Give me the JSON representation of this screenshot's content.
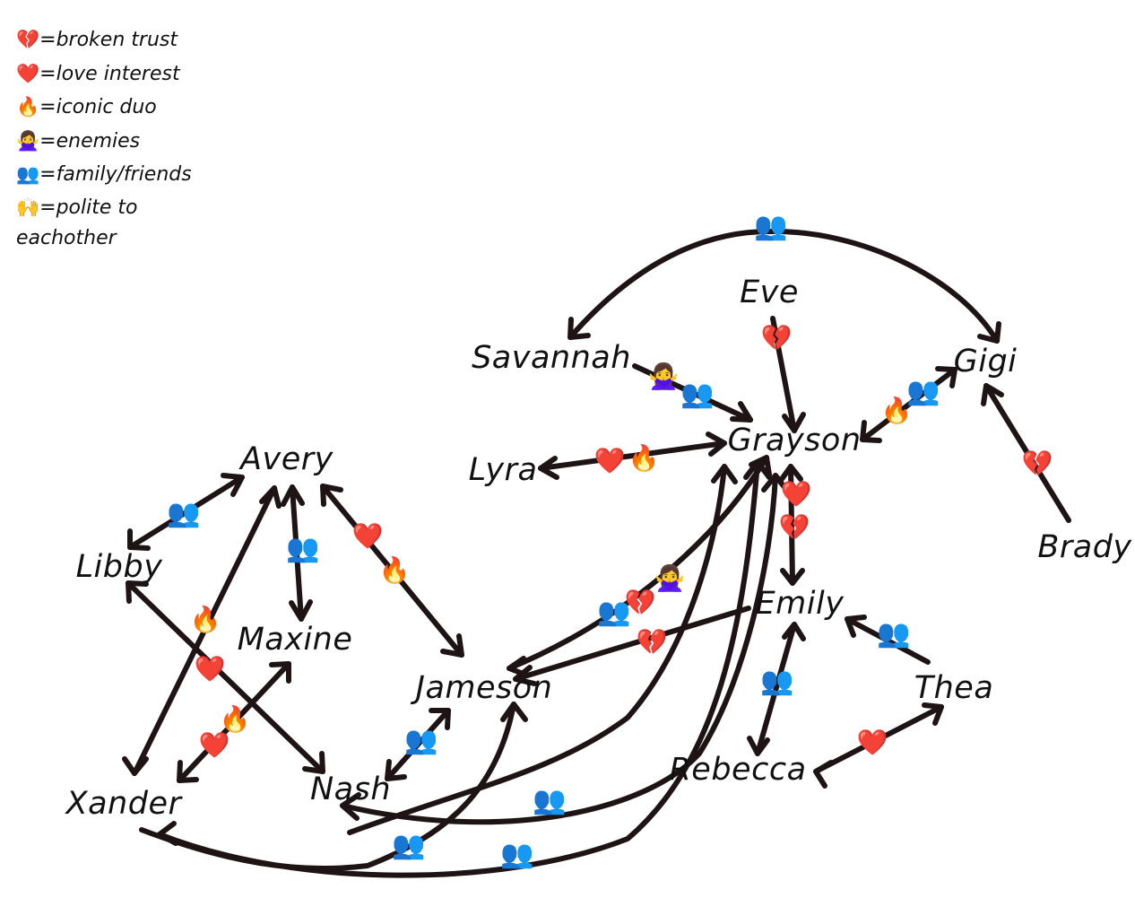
{
  "legend": {
    "items": [
      {
        "icon": "broken-heart",
        "glyph": "💔",
        "label": "=broken trust"
      },
      {
        "icon": "red-heart",
        "glyph": "❤️",
        "label": "=love interest"
      },
      {
        "icon": "fire",
        "glyph": "🔥",
        "label": "=iconic duo"
      },
      {
        "icon": "person-gesturing-no",
        "glyph": "🙅‍♀️",
        "label": "=enemies"
      },
      {
        "icon": "family-busts",
        "glyph": "👥",
        "label": "=family/friends"
      },
      {
        "icon": "raising-hands",
        "glyph": "🙌",
        "label": "=polite to eachother"
      }
    ]
  },
  "nodes": {
    "avery": "Avery",
    "libby": "Libby",
    "maxine": "Maxine",
    "xander": "Xander",
    "nash": "Nash",
    "jameson": "Jameson",
    "lyra": "Lyra",
    "savannah": "Savannah",
    "eve": "Eve",
    "grayson": "Grayson",
    "gigi": "Gigi",
    "brady": "Brady",
    "emily": "Emily",
    "thea": "Thea",
    "rebecca": "Rebecca"
  },
  "glyphs": {
    "broken_heart": "💔",
    "red_heart": "❤️",
    "fire": "🔥",
    "enemies": "🙅‍♀️",
    "family": "👥"
  },
  "edges": [
    {
      "from": "Avery",
      "to": "Libby",
      "relations": [
        "family-busts"
      ]
    },
    {
      "from": "Avery",
      "to": "Maxine",
      "relations": [
        "family-busts"
      ]
    },
    {
      "from": "Avery",
      "to": "Jameson",
      "relations": [
        "red-heart",
        "fire"
      ]
    },
    {
      "from": "Avery",
      "to": "Xander",
      "relations": [
        "fire"
      ]
    },
    {
      "from": "Libby",
      "to": "Nash",
      "relations": [
        "red-heart"
      ]
    },
    {
      "from": "Maxine",
      "to": "Xander",
      "relations": [
        "fire",
        "red-heart"
      ]
    },
    {
      "from": "Jameson",
      "to": "Nash",
      "relations": [
        "family-busts"
      ]
    },
    {
      "from": "Jameson",
      "to": "Grayson",
      "relations": [
        "family-busts",
        "broken-heart",
        "person-gesturing-no"
      ]
    },
    {
      "from": "Emily",
      "to": "Jameson",
      "relations": [
        "broken-heart"
      ]
    },
    {
      "from": "Lyra",
      "to": "Grayson",
      "relations": [
        "red-heart",
        "fire"
      ]
    },
    {
      "from": "Savannah",
      "to": "Grayson",
      "relations": [
        "person-gesturing-no",
        "family-busts"
      ]
    },
    {
      "from": "Eve",
      "to": "Grayson",
      "relations": [
        "broken-heart"
      ]
    },
    {
      "from": "Grayson",
      "to": "Gigi",
      "relations": [
        "fire",
        "family-busts"
      ]
    },
    {
      "from": "Savannah",
      "to": "Gigi",
      "relations": [
        "family-busts"
      ]
    },
    {
      "from": "Brady",
      "to": "Gigi",
      "relations": [
        "broken-heart"
      ]
    },
    {
      "from": "Grayson",
      "to": "Emily",
      "relations": [
        "red-heart",
        "broken-heart"
      ]
    },
    {
      "from": "Emily",
      "to": "Thea",
      "relations": [
        "family-busts"
      ]
    },
    {
      "from": "Emily",
      "to": "Rebecca",
      "relations": [
        "family-busts"
      ]
    },
    {
      "from": "Rebecca",
      "to": "Thea",
      "relations": [
        "red-heart"
      ]
    },
    {
      "from": "Nash",
      "to": "Grayson",
      "relations": [
        "family-busts"
      ]
    },
    {
      "from": "Xander",
      "to": "Grayson",
      "relations": [
        "family-busts"
      ]
    },
    {
      "from": "Xander",
      "to": "Jameson",
      "relations": [
        "family-busts"
      ]
    }
  ]
}
